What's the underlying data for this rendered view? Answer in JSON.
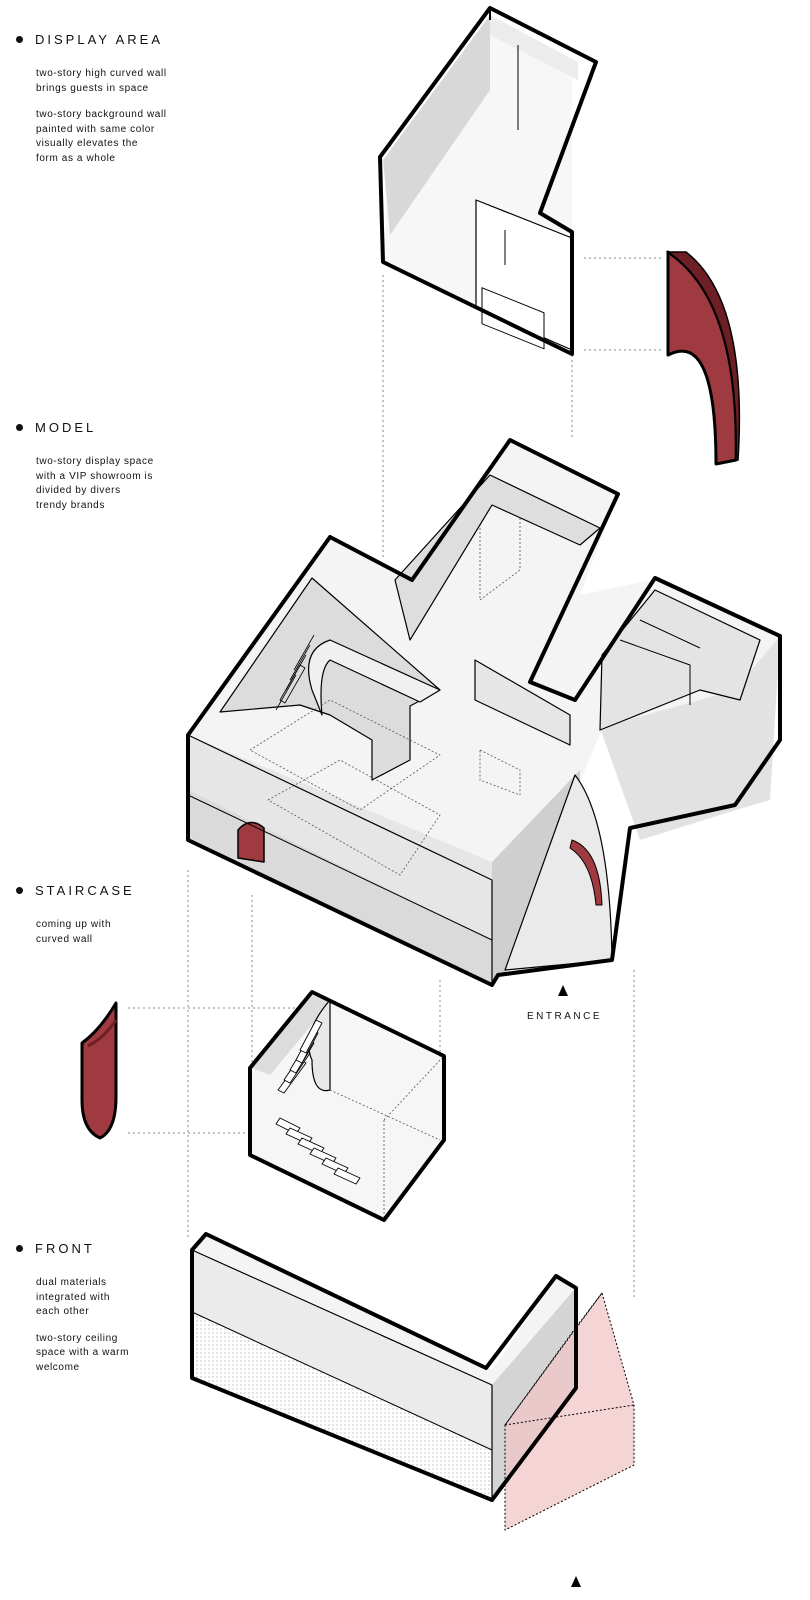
{
  "sections": [
    {
      "title": "DISPLAY AREA",
      "notes": [
        "two-story high curved wall\nbrings guests in space",
        "two-story background wall\npainted with same color\nvisually elevates the\nform as a whole"
      ]
    },
    {
      "title": "MODEL",
      "notes": [
        "two-story display space\nwith a VIP showroom is\ndivided by divers\ntrendy brands"
      ]
    },
    {
      "title": "STAIRCASE",
      "notes": [
        "coming up with\ncurved wall"
      ]
    },
    {
      "title": "FRONT",
      "notes": [
        "dual materials\nintegrated with\neach other",
        "two-story ceiling\nspace with a warm\nwelcome"
      ]
    }
  ],
  "entrance_label": "ENTRANCE",
  "colors": {
    "accent_red": "#9e3a40",
    "accent_red_dark": "#6e1f25",
    "glass_pink": "#f1c6c8",
    "wall_white": "#ffffff",
    "wall_light": "#eeeeee",
    "wall_mid": "#dcdcdc",
    "wall_dark": "#c8c8c8",
    "outline": "#000000"
  }
}
